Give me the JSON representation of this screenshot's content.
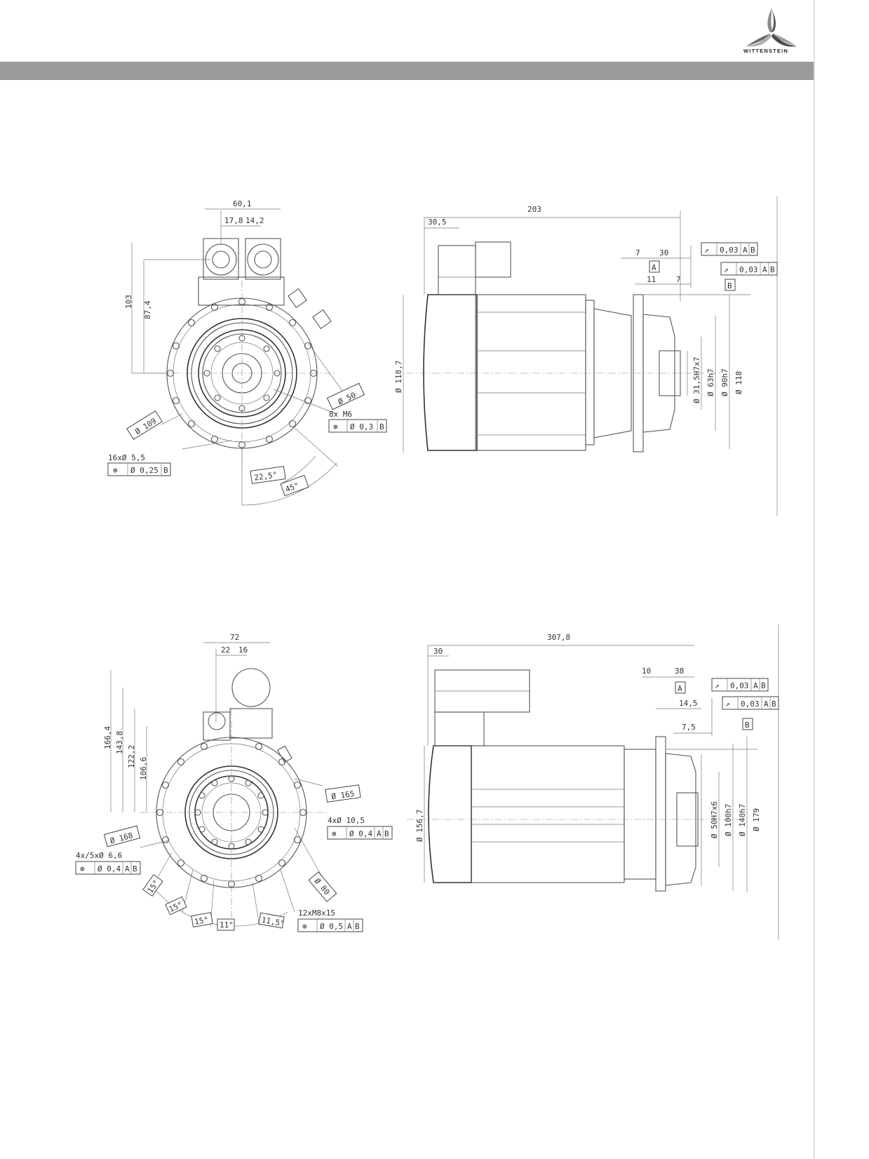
{
  "brand": {
    "name": "WITTENSTEIN"
  },
  "drawing_top": {
    "front_view": {
      "dims": [
        "60,1",
        "17,8",
        "14,2",
        "103",
        "87,4"
      ],
      "dia_pcd": "Ø 50",
      "dia_bolt": "Ø 109",
      "thread_note": "8x M6",
      "thread_tol": [
        "⊕",
        "Ø 0,3",
        "B"
      ],
      "holes_note": "16xØ 5,5",
      "holes_tol": [
        "⊕",
        "Ø 0,25",
        "B"
      ],
      "angle_1": "22,5°",
      "angle_2": "45°"
    },
    "side_view": {
      "length": "203",
      "conn_offset": "30,5",
      "d7": "7",
      "d30": "30",
      "d11": "11",
      "d7b": "7",
      "datum_a": "A",
      "datum_b": "B",
      "runout_1": [
        "↗",
        "0,03",
        "A",
        "B"
      ],
      "runout_2": [
        "↗",
        "0,03",
        "A",
        "B"
      ],
      "housing_dia": "Ø 118,7",
      "shaft_dims": [
        "Ø 31,5H7x7",
        "Ø 63h7",
        "Ø 90h7",
        "Ø 118"
      ]
    }
  },
  "drawing_bottom": {
    "front_view": {
      "dims": [
        "72",
        "22",
        "16"
      ],
      "heights": [
        "166,4",
        "143,8",
        "122,2",
        "106,6"
      ],
      "dia_165": "Ø 165",
      "dia_168": "Ø 168",
      "dia_80": "Ø 80",
      "hole_note_1": "4xØ 10,5",
      "hole_tol_1": [
        "⊕",
        "Ø 0,4",
        "A",
        "B"
      ],
      "hole_note_2": "4x/5xØ 6,6",
      "hole_tol_2": [
        "⊕",
        "Ø 0,4",
        "A",
        "B"
      ],
      "thread_note": "12xM8x15",
      "thread_tol": [
        "⊕",
        "Ø 0,5",
        "A",
        "B"
      ],
      "angles": [
        "15°",
        "15°",
        "15°",
        "11°",
        "11,5°"
      ]
    },
    "side_view": {
      "length": "307,8",
      "conn_offset": "30",
      "d10": "10",
      "d38": "38",
      "d14_5": "14,5",
      "d7_5": "7,5",
      "datum_a": "A",
      "datum_b": "B",
      "runout_1": [
        "↗",
        "0,03",
        "A",
        "B"
      ],
      "runout_2": [
        "↗",
        "0,03",
        "A",
        "B"
      ],
      "housing_dia": "Ø 156,7",
      "shaft_dims": [
        "Ø 50H7x6",
        "Ø 100h7",
        "Ø 140h7",
        "Ø 179"
      ]
    }
  }
}
